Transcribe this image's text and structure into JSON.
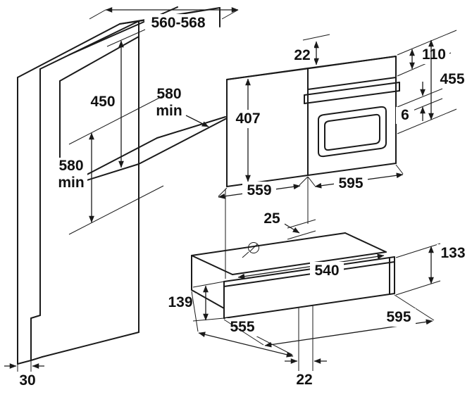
{
  "diagram_title": "built-in-oven-and-warming-drawer-installation-dimensions",
  "colors": {
    "line": "#1a1a1a",
    "text": "#111111",
    "background": "#ffffff"
  },
  "icons": {
    "power_connection": "circle-with-cable-symbol"
  },
  "dimensions": {
    "niche_width": "560-568",
    "niche_height": "450",
    "niche_depth": "580",
    "niche_depth_min": "min",
    "cabinet_depth": "580",
    "cabinet_depth_min": "min",
    "plinth_recess": "30",
    "top_clearance": "22",
    "panel_height": "110",
    "oven_height": "455",
    "door_gap": "6",
    "body_height": "407",
    "body_depth": "559",
    "oven_width": "595",
    "rear_clearance": "25",
    "drawer_body_width": "540",
    "drawer_front_height": "133",
    "drawer_height": "139",
    "drawer_depth": "555",
    "drawer_width": "595",
    "bottom_clearance": "22"
  }
}
